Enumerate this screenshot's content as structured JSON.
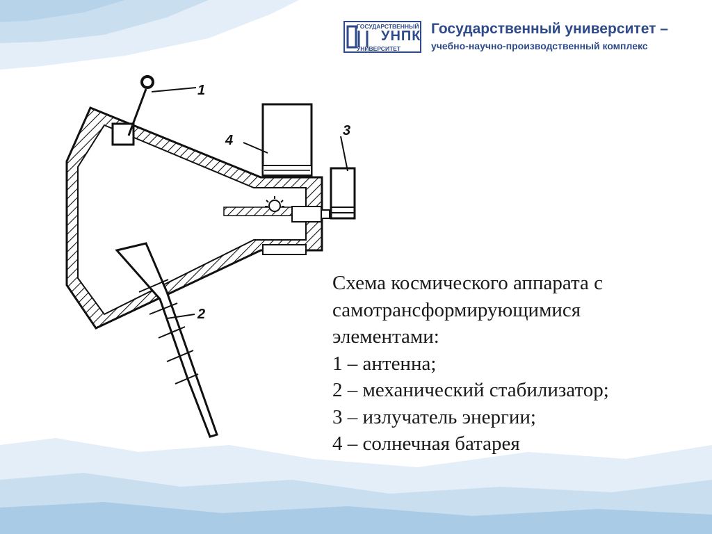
{
  "header": {
    "logo_line1": "ГОСУДАРСТВЕННЫЙ",
    "logo_line2": "УНПК",
    "logo_line3": "УНИВЕРСИТЕТ",
    "title": "Государственный университет –",
    "subtitle": "учебно-научно-производственный комплекс"
  },
  "diagram": {
    "callouts": [
      "1",
      "2",
      "3",
      "4"
    ]
  },
  "caption": {
    "lines": [
      "Схема космического аппарата с",
      "самотрансформирующимися",
      "элементами:",
      "1 – антенна;",
      "2 – механический стабилизатор;",
      "3 – излучатель энергии;",
      "4 – солнечная батарея"
    ]
  },
  "colors": {
    "brand": "#2e4a8a",
    "wave_light": "#d6e8f5",
    "wave_mid": "#a9cbe6",
    "ink": "#111111"
  }
}
